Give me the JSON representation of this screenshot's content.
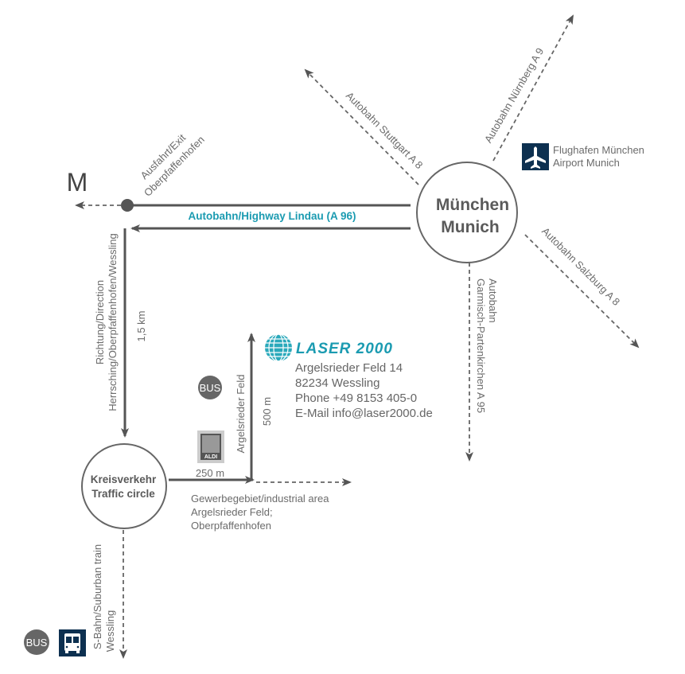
{
  "colors": {
    "line": "#555555",
    "text": "#6b6b6b",
    "highway": "#1b9bb1",
    "navy": "#0d3050",
    "bus": "#666666"
  },
  "munich": {
    "line1": "München",
    "line2": "Munich"
  },
  "roundabout": {
    "line1": "Kreisverkehr",
    "line2": "Traffic circle"
  },
  "roads": {
    "stuttgart": "Autobahn Stuttgart A 8",
    "nuernberg": "Autobahn Nürnberg A 9",
    "salzburg": "Autobahn Salzburg A 8",
    "garmisch_1": "Autobahn",
    "garmisch_2": "Garmisch-Partenkirchen A 95",
    "lindau": "Autobahn/Highway Lindau (A 96)",
    "exit_1": "Ausfahrt/Exit",
    "exit_2": "Oberpfaffenhofen",
    "direction_1": "Richtung/Direction",
    "direction_2": "Herrsching/Oberpfaffenhofen/Wessling",
    "dist_1": "1,5 km",
    "argelsrieder": "Argelsrieder Feld",
    "dist_500": "500 m",
    "dist_250": "250 m",
    "industrial_1": "Gewerbegebiet/industrial area",
    "industrial_2": "Argelsrieder Feld;",
    "industrial_3": "Oberpfaffenhofen",
    "sbahn_1": "S-Bahn/Suburban train",
    "sbahn_2": "Wessling"
  },
  "airport": {
    "line1": "Flughafen München",
    "line2": "Airport Munich",
    "icon": "airplane-icon"
  },
  "company": {
    "logo_text": "LASER 2000",
    "address": "Argelsrieder Feld 14",
    "city": "82234 Wessling",
    "phone": "Phone +49 8153 405-0",
    "email": "E-Mail info@laser2000.de"
  },
  "bus_label": "BUS",
  "aldi_label": "ALDI",
  "mcdonalds": "M"
}
